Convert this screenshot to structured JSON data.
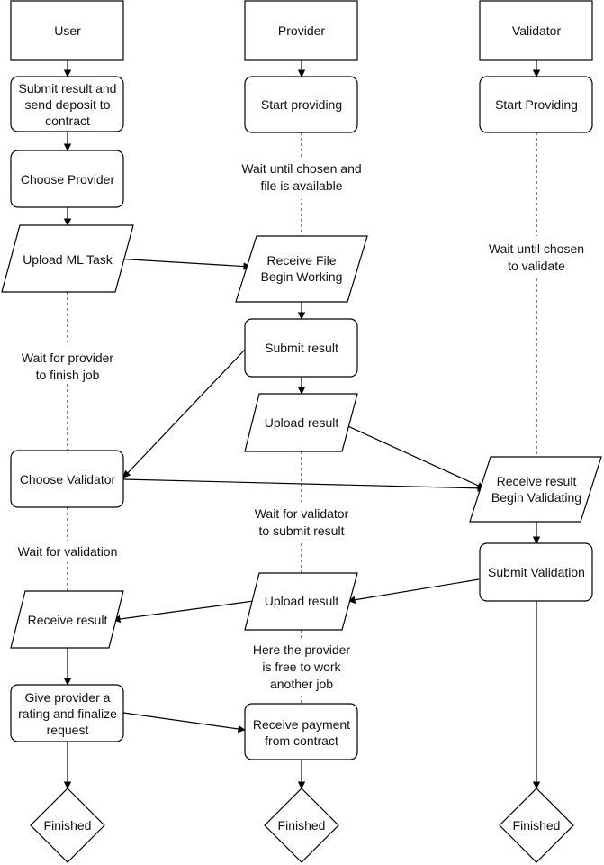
{
  "lanes": {
    "user": "User",
    "provider": "Provider",
    "validator": "Validator"
  },
  "nodes": {
    "submit_result_deposit": [
      "Submit result and",
      "send deposit to",
      "contract"
    ],
    "choose_provider": [
      "Choose Provider"
    ],
    "upload_ml_task": [
      "Upload ML Task"
    ],
    "choose_validator": [
      "Choose Validator"
    ],
    "user_receive_result": [
      "Receive result"
    ],
    "give_rating": [
      "Give provider a",
      "rating and finalize",
      "request"
    ],
    "user_finished": [
      "Finished"
    ],
    "start_providing": [
      "Start providing"
    ],
    "receive_file": [
      "Receive File",
      "Begin Working"
    ],
    "submit_result": [
      "Submit result"
    ],
    "upload_result_1": [
      "Upload result"
    ],
    "upload_result_2": [
      "Upload result"
    ],
    "receive_payment": [
      "Receive payment",
      "from contract"
    ],
    "provider_finished": [
      "Finished"
    ],
    "validator_start": [
      "Start Providing"
    ],
    "receive_result_validating": [
      "Receive result",
      "Begin Validating"
    ],
    "submit_validation": [
      "Submit Validation"
    ],
    "validator_finished": [
      "Finished"
    ]
  },
  "notes": {
    "wait_provider_finish": [
      "Wait for provider",
      "to finish job"
    ],
    "wait_validation": [
      "Wait for validation"
    ],
    "wait_chosen_file": [
      "Wait until chosen and",
      "file is available"
    ],
    "wait_validator_submit": [
      "Wait for validator",
      "to submit result"
    ],
    "provider_free": [
      "Here the provider",
      "is free to work",
      "another job"
    ],
    "wait_chosen_validate": [
      "Wait until chosen",
      "to validate"
    ]
  }
}
